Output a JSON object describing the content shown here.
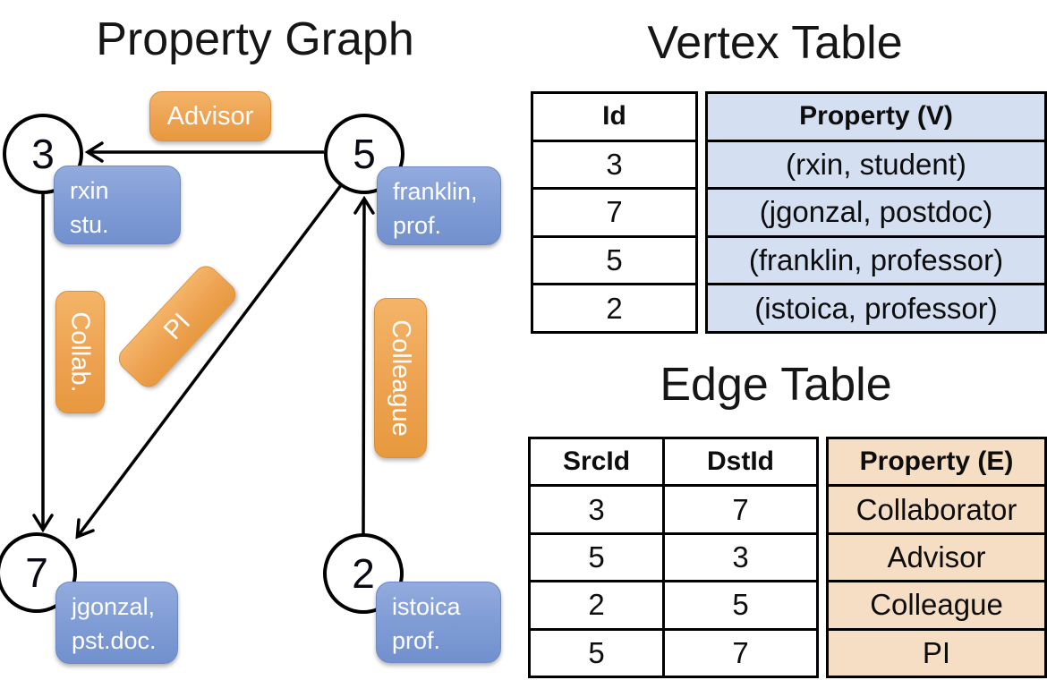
{
  "titles": {
    "graph": "Property Graph",
    "vertex": "Vertex Table",
    "edge": "Edge Table"
  },
  "graph": {
    "nodes": [
      {
        "id": "3",
        "card": [
          "rxin",
          "stu."
        ]
      },
      {
        "id": "5",
        "card": [
          "franklin,",
          "prof."
        ]
      },
      {
        "id": "7",
        "card": [
          "jgonzal,",
          "pst.doc."
        ]
      },
      {
        "id": "2",
        "card": [
          "istoica",
          "prof."
        ]
      }
    ],
    "edge_labels": {
      "advisor": "Advisor",
      "collab": "Collab.",
      "pi": "PI",
      "colleague": "Colleague"
    }
  },
  "vertex_table": {
    "headers": [
      "Id",
      "Property (V)"
    ],
    "rows": [
      [
        "3",
        "(rxin, student)"
      ],
      [
        "7",
        "(jgonzal, postdoc)"
      ],
      [
        "5",
        "(franklin, professor)"
      ],
      [
        "2",
        "(istoica, professor)"
      ]
    ]
  },
  "edge_table": {
    "headers": [
      "SrcId",
      "DstId",
      "Property (E)"
    ],
    "rows": [
      [
        "3",
        "7",
        "Collaborator"
      ],
      [
        "5",
        "3",
        "Advisor"
      ],
      [
        "2",
        "5",
        "Colleague"
      ],
      [
        "5",
        "7",
        "PI"
      ]
    ]
  },
  "colors": {
    "edge_label_orange": "#eda251",
    "vertex_card_blue": "#7e9bd5",
    "vertex_table_fill": "#d4dff1",
    "edge_table_fill": "#f5dec3",
    "line_black": "#000000"
  }
}
